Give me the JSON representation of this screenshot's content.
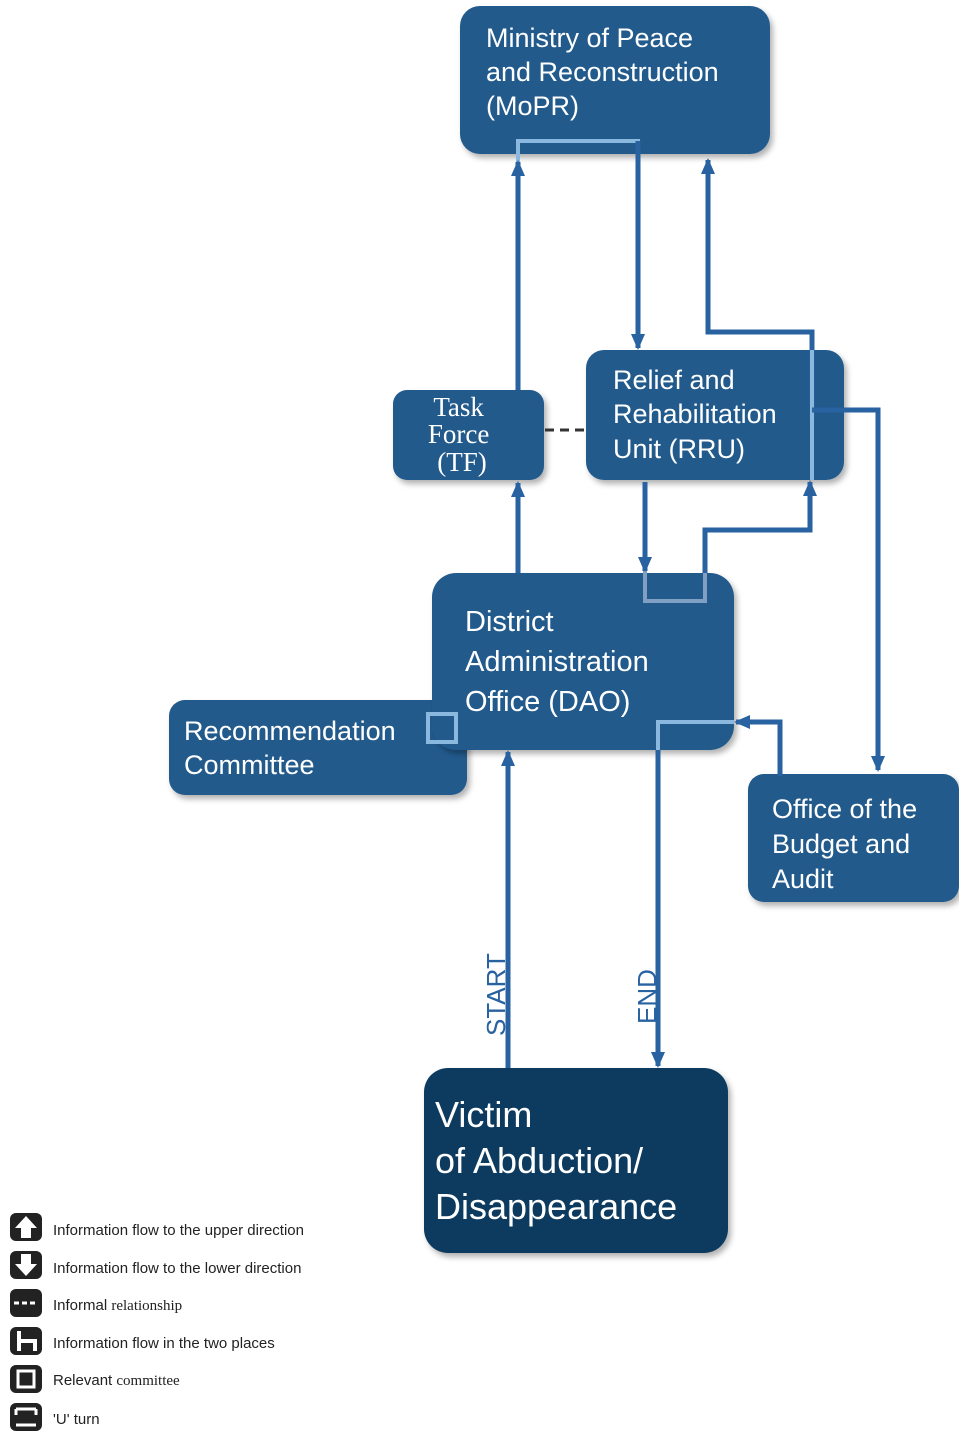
{
  "nodes": {
    "mopr": {
      "lines": [
        "Ministry of Peace",
        "and Reconstruction",
        "(MoPR)"
      ]
    },
    "rru": {
      "lines": [
        "Relief and",
        "Rehabilitation",
        "Unit (RRU)"
      ]
    },
    "tf": {
      "lines": [
        "Task",
        "Force",
        "(TF)"
      ]
    },
    "dao": {
      "lines": [
        "District",
        "Administration",
        "Office (DAO)"
      ]
    },
    "rc": {
      "lines": [
        "Recommendation",
        "Committee"
      ]
    },
    "oba": {
      "lines": [
        "Office of the",
        "Budget and",
        "Audit"
      ]
    },
    "victim": {
      "lines": [
        "Victim",
        "of",
        "Abduction/",
        "Disappearance"
      ]
    }
  },
  "flow_labels": {
    "start": "START",
    "end": "END"
  },
  "legend": [
    {
      "icon": "arrow-up-icon",
      "label": "Information flow to the upper direction"
    },
    {
      "icon": "arrow-down-icon",
      "label": "Information flow to the lower direction"
    },
    {
      "icon": "dashed-line-icon",
      "label_a": "Informal",
      "label_b": "relationship"
    },
    {
      "icon": "t-junction-icon",
      "label": "Information flow in the two places"
    },
    {
      "icon": "square-outline-icon",
      "label_a": "Relevant",
      "label_b": "committee"
    },
    {
      "icon": "u-turn-icon",
      "label": "'U' turn"
    }
  ],
  "colors": {
    "box": "#235a8c",
    "box_dark": "#0f3a5e",
    "arrow": "#2862a0",
    "light_line": "#8ab8de",
    "uturn_line": "#7f9fc3"
  }
}
